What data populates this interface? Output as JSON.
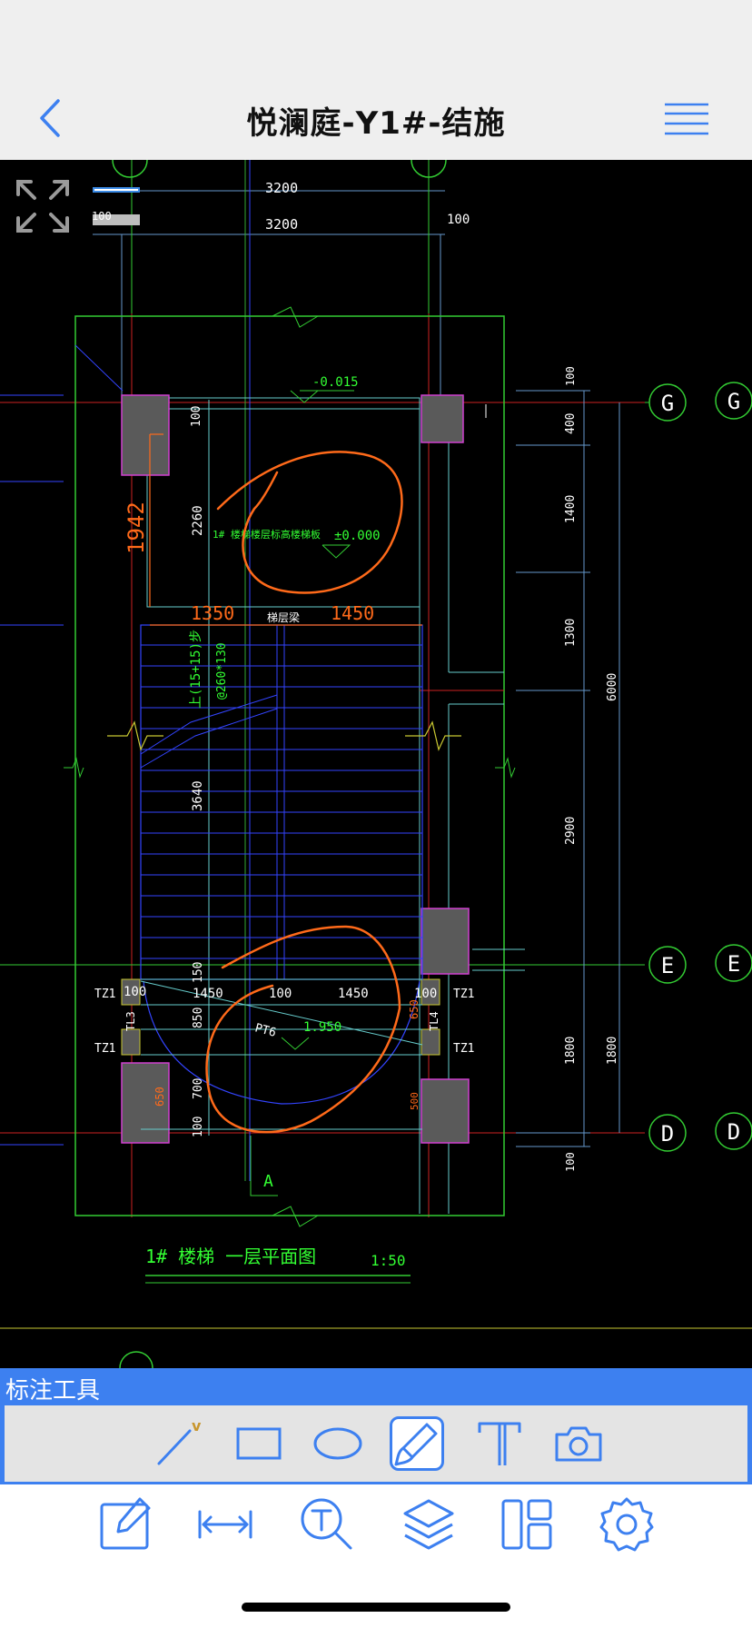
{
  "header": {
    "title": "悦澜庭-Y1#-结施",
    "back_icon": "chevron-left-icon",
    "menu_icon": "menu-icon"
  },
  "canvas": {
    "fit_icon": "expand-arrows-icon",
    "layer_value": "100",
    "dims_top": [
      "3200",
      "3200",
      "100"
    ],
    "elevation_top": "-0.015",
    "elevation_zero": "±0.000",
    "elevation_landing": "1.950",
    "note_stair": "1# 楼梯楼层标高楼梯板",
    "beam_label": "梯层梁",
    "dim_1942": "1942",
    "dim_1350": "1350",
    "dim_1450_top": "1450",
    "dim_2260": "2260",
    "dim_100a": "100",
    "dim_3640": "3640",
    "step_note": "上(15+15)步",
    "step_spacing": "@260*130",
    "right_dims": [
      "100",
      "400",
      "1400",
      "1300",
      "2900",
      "1800",
      "100"
    ],
    "right_total": "6000",
    "right_1800": "1800",
    "bottom_row": [
      "100",
      "1450",
      "100",
      "1450",
      "100"
    ],
    "col_tz1": "TZ1",
    "tl3": "TL3",
    "tl4": "TL4",
    "pt6": "PT6",
    "left_dims": [
      "150",
      "850",
      "700",
      "100"
    ],
    "dim_650_left": "650",
    "dim_650_right": "650",
    "dim_500": "500",
    "section_mark": "A",
    "axis_G": "G",
    "axis_E": "E",
    "axis_D": "D",
    "drawing_title": "1# 楼梯    一层平面图",
    "drawing_scale": "1:50"
  },
  "tools": {
    "header_label": "标注工具",
    "items": [
      "line-tool-icon",
      "rectangle-tool-icon",
      "ellipse-tool-icon",
      "pen-tool-icon",
      "text-tool-icon",
      "camera-tool-icon"
    ],
    "active": "pen-tool-icon"
  },
  "bottom": {
    "items": [
      "edit-icon",
      "measure-icon",
      "text-search-icon",
      "layers-icon",
      "layout-icon",
      "settings-icon"
    ]
  },
  "colors": {
    "accent": "#3d80f0",
    "cad_green": "#33ff33",
    "cad_blue": "#3344ff",
    "cad_cyan": "#66cccc",
    "markup_orange": "#ff6a1a",
    "cad_magenta": "#d040d0"
  }
}
